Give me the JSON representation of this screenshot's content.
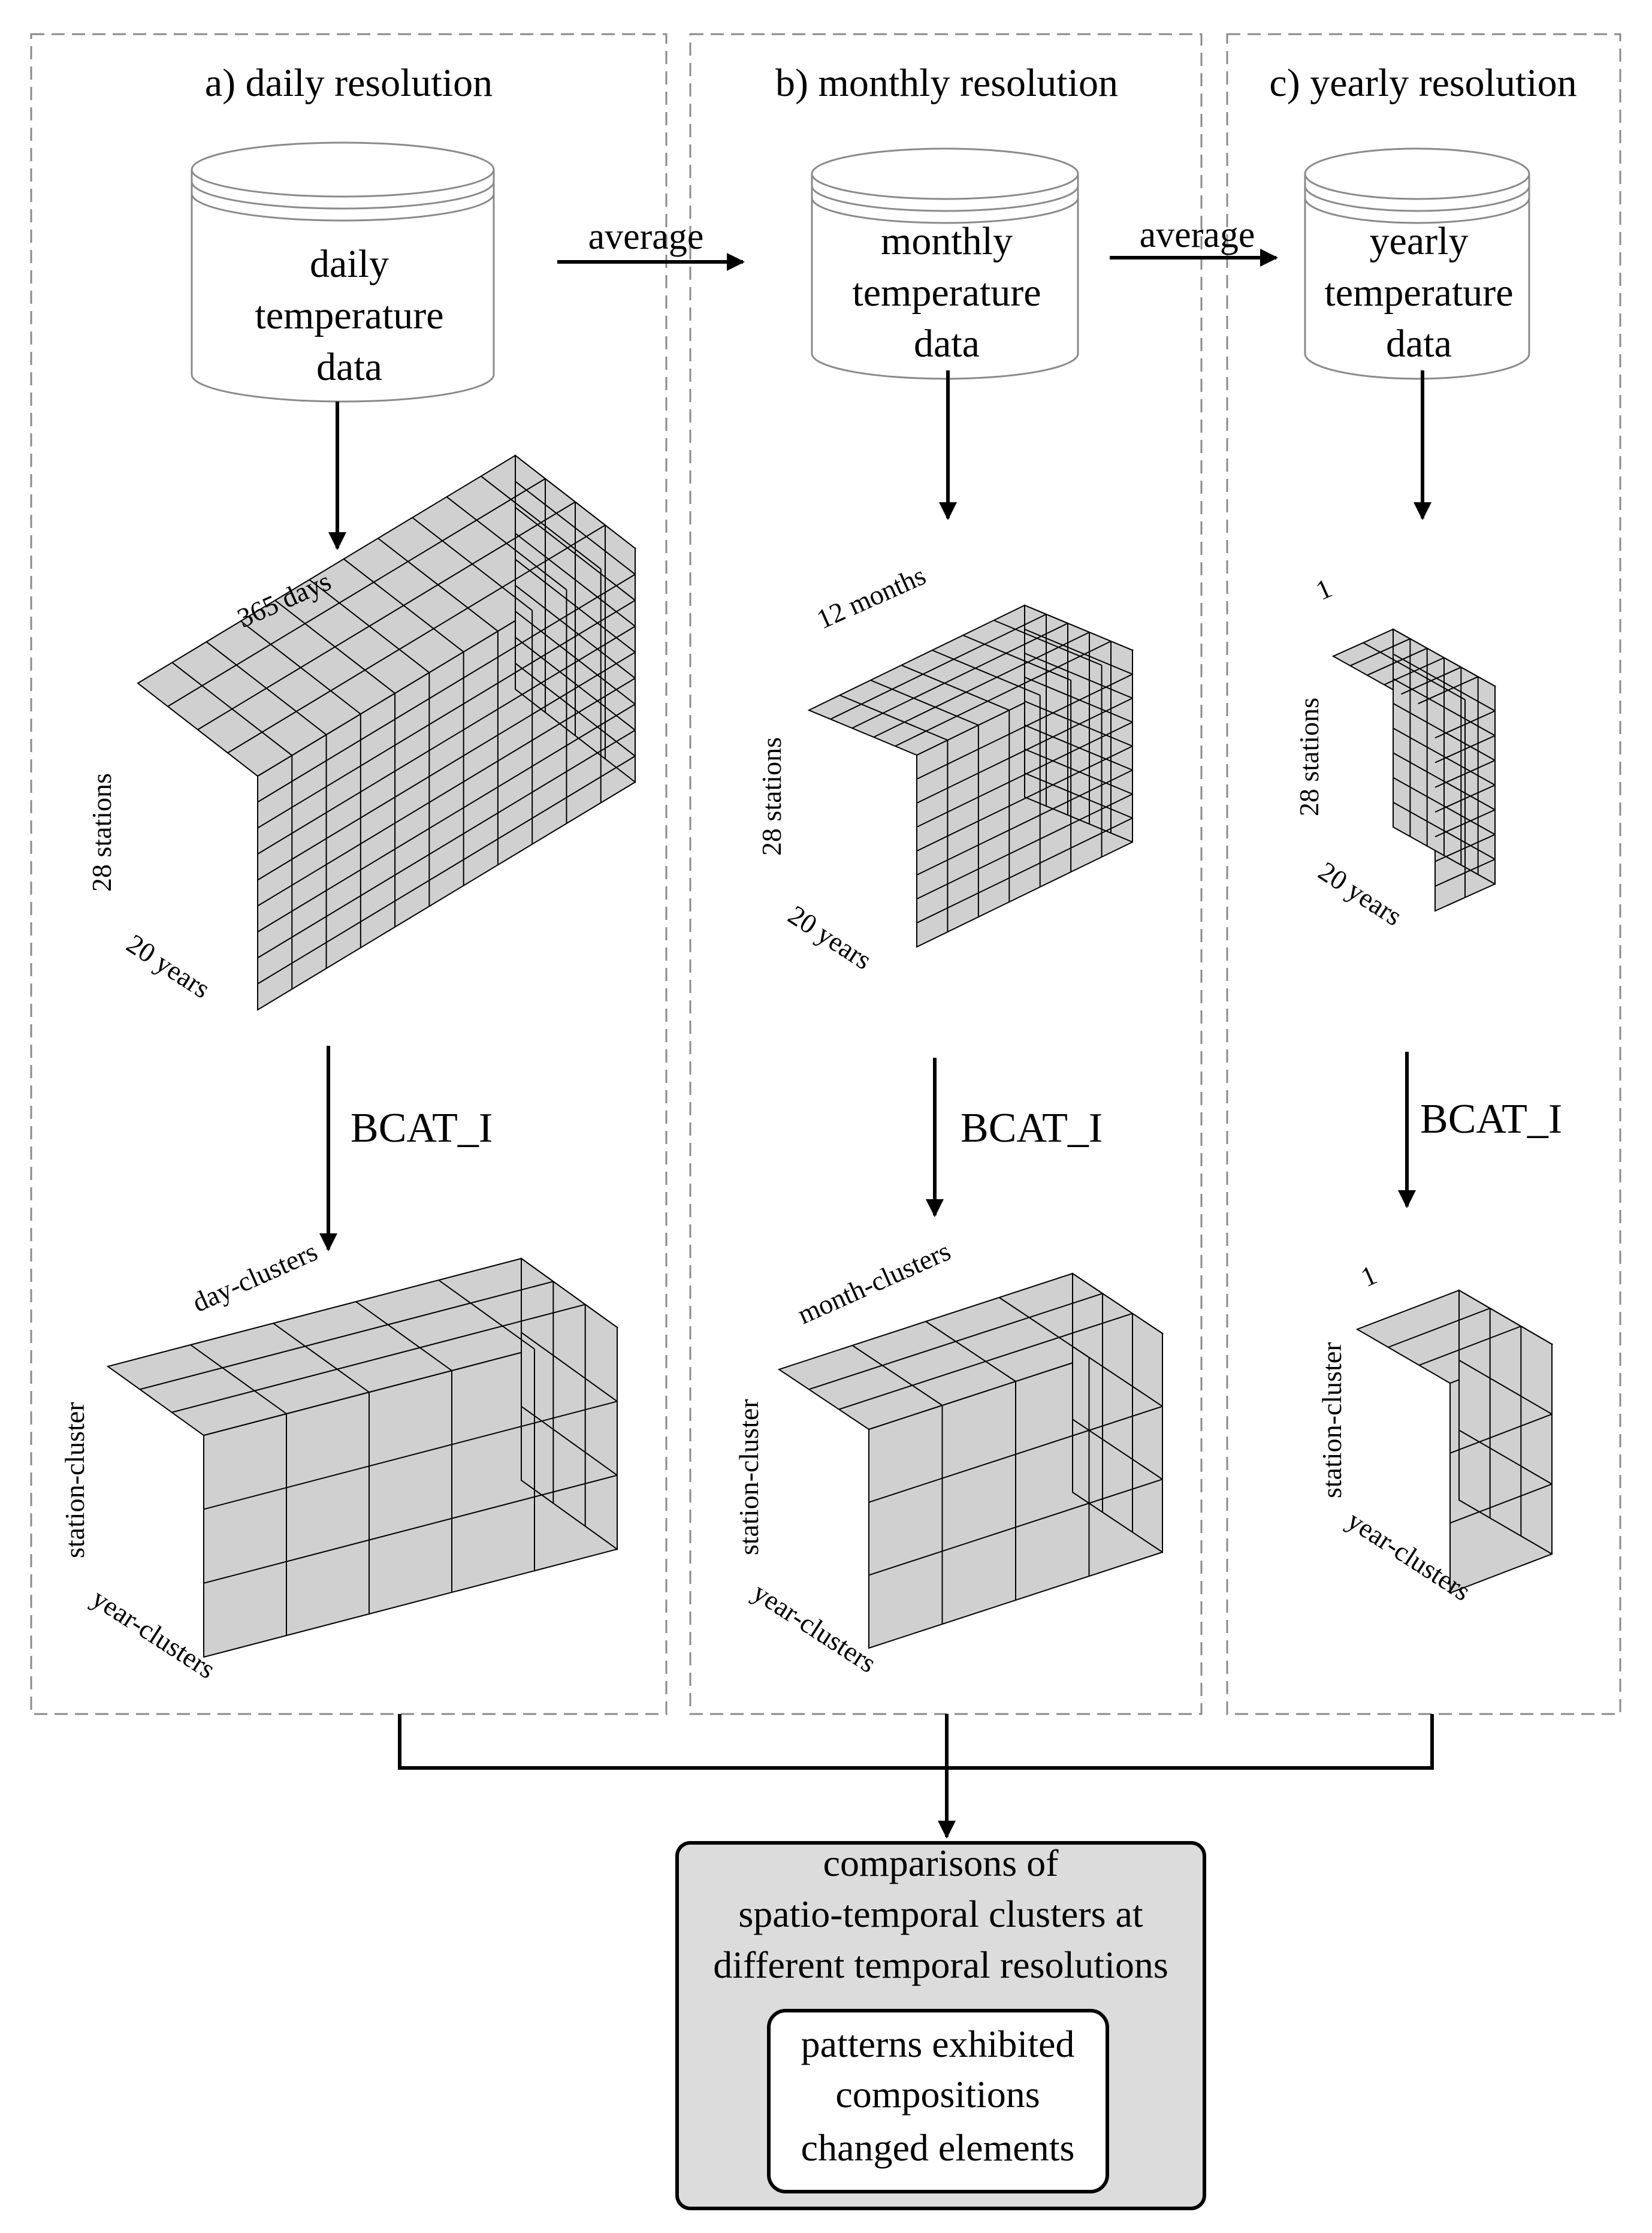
{
  "panels": [
    {
      "title": "a) daily resolution",
      "database": [
        "daily",
        "temperature",
        "data"
      ],
      "data_cube_labels": {
        "top": "365 days",
        "side": "28 stations",
        "depth": "20 years"
      },
      "method": "BCAT_I",
      "cluster_cube_labels": {
        "top": "day-clusters",
        "side": "station-cluster",
        "depth": "year-clusters"
      }
    },
    {
      "title": "b) monthly resolution",
      "database": [
        "monthly",
        "temperature",
        "data"
      ],
      "data_cube_labels": {
        "top": "12 months",
        "side": "28 stations",
        "depth": "20 years"
      },
      "method": "BCAT_I",
      "cluster_cube_labels": {
        "top": "month-clusters",
        "side": "station-cluster",
        "depth": "year-clusters"
      }
    },
    {
      "title": "c) yearly resolution",
      "database": [
        "yearly",
        "temperature",
        "data"
      ],
      "data_cube_labels": {
        "top": "1",
        "side": "28 stations",
        "depth": "20 years"
      },
      "method": "BCAT_I",
      "cluster_cube_labels": {
        "top": "1",
        "side": "station-cluster",
        "depth": "year-clusters"
      }
    }
  ],
  "average_arrows": [
    "average",
    "average"
  ],
  "result_box": {
    "lines": [
      "comparisons of",
      "spatio-temporal clusters at",
      "different temporal resolutions"
    ],
    "inner_lines": [
      "patterns exhibited",
      "compositions",
      "changed elements"
    ]
  }
}
